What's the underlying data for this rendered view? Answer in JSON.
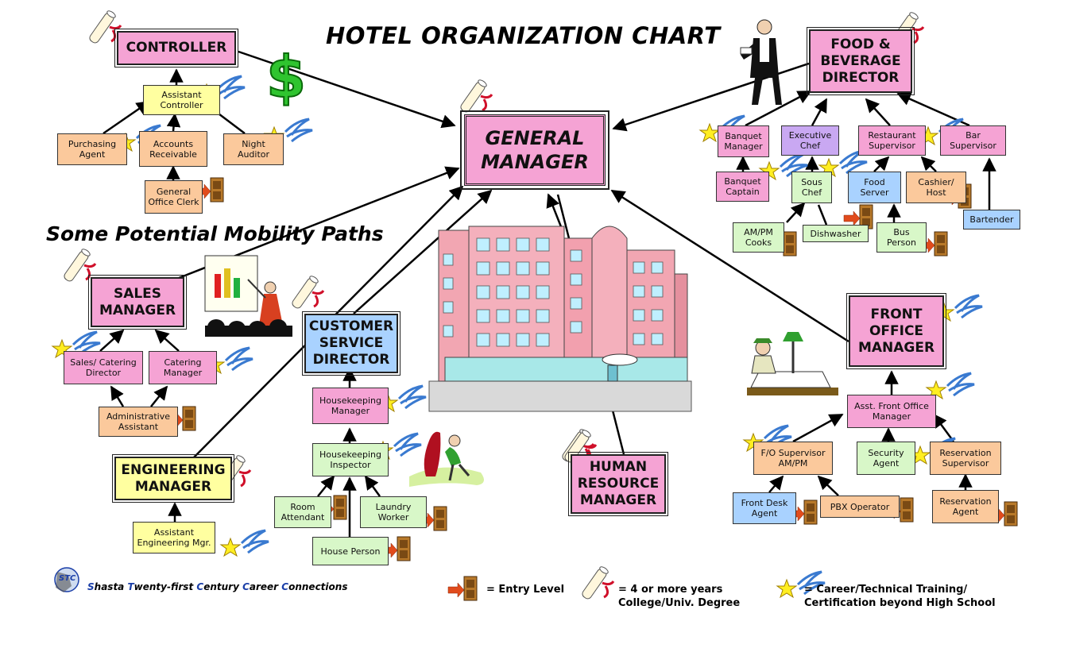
{
  "title": "HOTEL ORGANIZATION CHART",
  "subtitle": "Some Potential Mobility Paths",
  "footer": {
    "logo_text": "STC",
    "parts": [
      {
        "cap": "S",
        "rest": "hasta "
      },
      {
        "cap": "T",
        "rest": "wenty-first "
      },
      {
        "cap": "C",
        "rest": "entury "
      },
      {
        "cap": "C",
        "rest": "areer "
      },
      {
        "cap": "C",
        "rest": "onnections"
      }
    ]
  },
  "legend": {
    "entry": "= Entry Level",
    "degree": "=  4 or more years\n    College/Univ.  Degree",
    "training": "= Career/Technical Training/\n   Certification beyond High School"
  },
  "colors": {
    "executive": "#f5a3d4",
    "entry": "#fbc99c",
    "controller_staff": "#ffffa0",
    "housekeeping": "#d8f7c8",
    "customer_service": "#a9d2ff",
    "chef": "#c9a8f2",
    "dollar": "#2fc42f"
  },
  "icons": [
    "door-icon",
    "diploma-scroll-icon",
    "shooting-star-icon",
    "dollar-sign-icon",
    "hotel-building-icon",
    "waiter-icon",
    "presentation-icon",
    "desk-worker-icon",
    "vacuum-cleaner-icon"
  ],
  "nodes": {
    "general_manager": "GENERAL\nMANAGER",
    "controller": "CONTROLLER",
    "assistant_controller": "Assistant\nController",
    "purchasing_agent": "Purchasing\nAgent",
    "accounts_receivable": "Accounts\nReceivable",
    "night_auditor": "Night\nAuditor",
    "general_office_clerk": "General\nOffice Clerk",
    "food_beverage_director": "FOOD &\nBEVERAGE\nDIRECTOR",
    "banquet_manager": "Banquet\nManager",
    "executive_chef": "Executive\nChef",
    "restaurant_supervisor": "Restaurant\nSupervisor",
    "bar_supervisor": "Bar\nSupervisor",
    "banquet_captain": "Banquet\nCaptain",
    "sous_chef": "Sous\nChef",
    "food_server": "Food\nServer",
    "cashier_host": "Cashier/\nHost",
    "bartender": "Bartender",
    "am_pm_cooks": "AM/PM\nCooks",
    "dishwasher": "Dishwasher",
    "bus_person": "Bus\nPerson",
    "sales_manager": "SALES\nMANAGER",
    "sales_catering_director": "Sales/ Catering\nDirector",
    "catering_manager": "Catering\nManager",
    "administrative_assistant": "Administrative\nAssistant",
    "engineering_manager": "ENGINEERING\nMANAGER",
    "assistant_engineering_mgr": "Assistant\nEngineering Mgr.",
    "customer_service_director": "CUSTOMER\nSERVICE\nDIRECTOR",
    "housekeeping_manager": "Housekeeping\nManager",
    "housekeeping_inspector": "Housekeeping\nInspector",
    "room_attendant": "Room\nAttendant",
    "laundry_worker": "Laundry\nWorker",
    "house_person": "House Person",
    "human_resource_manager": "HUMAN\nRESOURCE\nMANAGER",
    "front_office_manager": "FRONT\nOFFICE\nMANAGER",
    "asst_front_office_manager": "Asst. Front Office\nManager",
    "fo_supervisor": "F/O Supervisor\nAM/PM",
    "security_agent": "Security\nAgent",
    "reservation_supervisor": "Reservation\nSupervisor",
    "front_desk_agent": "Front Desk\nAgent",
    "pbx_operator": "PBX Operator",
    "reservation_agent": "Reservation\nAgent"
  }
}
